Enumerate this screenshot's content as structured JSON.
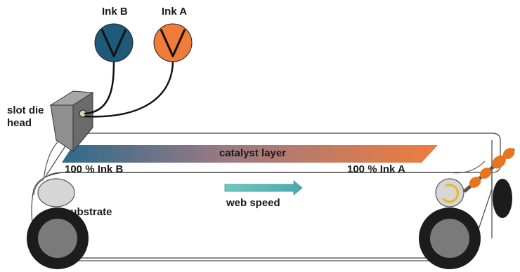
{
  "labels": {
    "ink_b": "Ink B",
    "ink_a": "Ink A",
    "slot_die_line1": "slot die",
    "slot_die_line2": "head",
    "catalyst_layer": "catalyst layer",
    "ink_b_percent": "100 % Ink B",
    "ink_a_percent": "100 % Ink A",
    "web_speed": "web speed",
    "substrate": "substrate"
  },
  "colors": {
    "ink_b": "#1f5a7a",
    "ink_a": "#f07c3c",
    "web_speed_arrow": "#5bbfb5",
    "roller_dark": "#1c1c1c",
    "roller_light": "#d9d9d9",
    "die_body": "#8a8a8a",
    "belt": "#ffffff"
  },
  "icons": {
    "ink_b_pump": "pump-icon",
    "ink_a_pump": "pump-icon"
  }
}
